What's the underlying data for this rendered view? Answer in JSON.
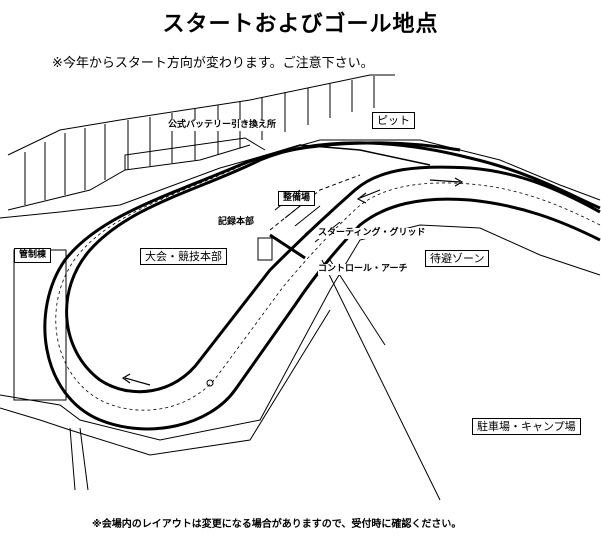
{
  "title": "スタートおよびゴール地点",
  "notice": "※今年からスタート方向が変わります。ご注意下さい。",
  "labels": {
    "pit": "ピット",
    "battery": "公式バッテリー引き換え所",
    "maintenance": "整備場",
    "records": "記録本部",
    "hq": "大会・競技本部",
    "control_tower": "管制棟",
    "starting_grid": "スターティング・グリッド",
    "waiting_lane": "待避ゾーン",
    "control_line": "コントロール・アーチ",
    "parking": "駐車場・キャンプ場"
  },
  "footer": "※会場内のレイアウトは変更になる場合がありますので、受付時に確認ください。"
}
